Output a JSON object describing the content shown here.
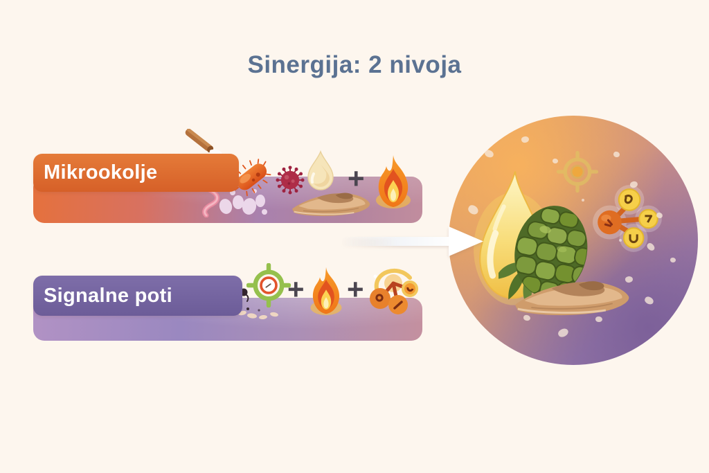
{
  "title": "Sinergija: 2 nivoja",
  "plus": "+",
  "rows": [
    {
      "label": "Mikrookolje"
    },
    {
      "label": "Signalne poti"
    }
  ],
  "icons": {
    "row1": [
      "cinnamon-stick-icon",
      "bacterium-icon",
      "worm-icon",
      "splash-icon",
      "virus-icon",
      "oil-drop-icon",
      "bark-icon",
      "plus-sign",
      "flame-icon"
    ],
    "row2": [
      "receptor-target-icon",
      "plus-sign",
      "flame-icon",
      "plus-sign",
      "molecule-icon"
    ],
    "result_circle": [
      "receptor-target-icon",
      "oil-drop-icon",
      "hop-cone-icon",
      "bark-icon",
      "molecule-icon",
      "flake-particles"
    ]
  },
  "colors": {
    "background": "#fdf6ee",
    "title_text": "#5b7292",
    "label1_orange": "#dd6b2e",
    "label2_purple": "#7a69a4",
    "bar1_gradient": [
      "#e5713d",
      "#a981ae",
      "#c18d9e"
    ],
    "bar2_gradient": [
      "#b192c4",
      "#9a88c0",
      "#c4909f"
    ],
    "flame_orange": "#f58220",
    "target_green": "#95c04d",
    "virus_red": "#ae2c47",
    "droplet_yellow": "#f3ca55",
    "cone_green": "#7d9a3d",
    "bark_tan": "#cf9c6b",
    "circle_orange": "#eca45e",
    "circle_purple": "#8a70a4",
    "plus_dark": "#4b4650"
  }
}
